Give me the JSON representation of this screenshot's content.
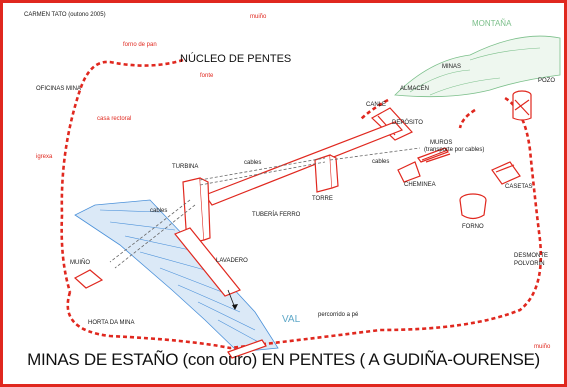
{
  "author": "CARMEN TATO (outono 2005)",
  "caption": "MINAS DE ESTAÑO (con ouro) EN PENTES ( A GUDIÑA-OURENSE)",
  "colors": {
    "frame": "#e0281f",
    "path": "#e0281f",
    "river": "#4a90d9",
    "mountain": "#7bbf8a",
    "structure": "#e0281f"
  },
  "labels": {
    "nucleo": "NÚCLEO DE PENTES",
    "montana": "MONTAÑA",
    "minas": "MINAS",
    "pozo": "POZO",
    "almacen": "ALMACÉN",
    "canle": "CANLE",
    "deposito": "DEPÓSITO",
    "muros": "MUROS",
    "transporte": "(transporte por cables)",
    "cheminea": "CHEMINEA",
    "casetas": "CASETAS",
    "forno": "FORNO",
    "desmonte": "DESMONTE",
    "polvorin": "POLVORÍN",
    "torre": "TORRE",
    "tuberia": "TUBERÍA FERRO",
    "turbina": "TURBINA",
    "lavadero": "LAVADERO",
    "cables1": "cables",
    "cables2": "cables",
    "cables3": "cables",
    "oficinas": "OFICINAS MINA",
    "casa_rectoral": "casa rectoral",
    "igrexa": "igrexa",
    "forno_pan": "forno de pan",
    "fonte": "fonte",
    "muino_top": "muiño",
    "muino_left": "MUIÑO",
    "horta": "HORTA DA MINA",
    "val": "VAL",
    "percorrido": "percorrido a pé",
    "muino_bottom": "muiño"
  }
}
